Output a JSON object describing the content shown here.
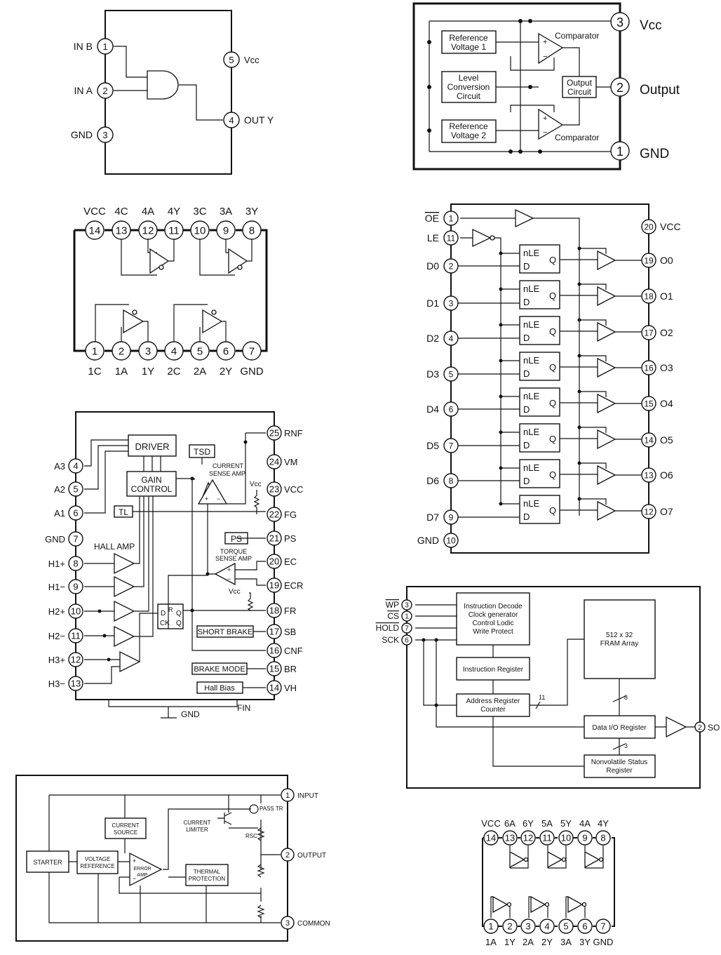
{
  "gate_and": {
    "pins": [
      {
        "num": "1",
        "label": "IN B"
      },
      {
        "num": "2",
        "label": "IN A"
      },
      {
        "num": "3",
        "label": "GND"
      },
      {
        "num": "4",
        "label": "OUT Y"
      },
      {
        "num": "5",
        "label": "Vcc"
      }
    ]
  },
  "window_comparator": {
    "blocks": {
      "ref1_a": "Reference",
      "ref1_b": "Voltage 1",
      "level_a": "Level",
      "level_b": "Conversion",
      "level_c": "Circuit",
      "ref2_a": "Reference",
      "ref2_b": "Voltage 2",
      "out_a": "Output",
      "out_b": "Circuit",
      "comp_top": "Comparator",
      "comp_bottom": "Comparator",
      "plus": "+",
      "minus": "−"
    },
    "pins": [
      {
        "num": "3",
        "label": "Vcc"
      },
      {
        "num": "2",
        "label": "Output"
      },
      {
        "num": "1",
        "label": "GND"
      }
    ]
  },
  "buffer_14pin": {
    "top_pins": [
      {
        "num": "14",
        "label": "VCC"
      },
      {
        "num": "13",
        "label": "4C"
      },
      {
        "num": "12",
        "label": "4A"
      },
      {
        "num": "11",
        "label": "4Y"
      },
      {
        "num": "10",
        "label": "3C"
      },
      {
        "num": "9",
        "label": "3A"
      },
      {
        "num": "8",
        "label": "3Y"
      }
    ],
    "bottom_pins": [
      {
        "num": "1",
        "label": "1C"
      },
      {
        "num": "2",
        "label": "1A"
      },
      {
        "num": "3",
        "label": "1Y"
      },
      {
        "num": "4",
        "label": "2C"
      },
      {
        "num": "5",
        "label": "2A"
      },
      {
        "num": "6",
        "label": "2Y"
      },
      {
        "num": "7",
        "label": "GND"
      }
    ]
  },
  "latch": {
    "left_pins": [
      {
        "num": "1",
        "label": "OE"
      },
      {
        "num": "11",
        "label": "LE"
      },
      {
        "num": "2",
        "label": "D0"
      },
      {
        "num": "3",
        "label": "D1"
      },
      {
        "num": "4",
        "label": "D2"
      },
      {
        "num": "5",
        "label": "D3"
      },
      {
        "num": "6",
        "label": "D4"
      },
      {
        "num": "7",
        "label": "D5"
      },
      {
        "num": "8",
        "label": "D6"
      },
      {
        "num": "9",
        "label": "D7"
      },
      {
        "num": "10",
        "label": "GND"
      }
    ],
    "right_pins": [
      {
        "num": "20",
        "label": "VCC"
      },
      {
        "num": "19",
        "label": "O0"
      },
      {
        "num": "18",
        "label": "O1"
      },
      {
        "num": "17",
        "label": "O2"
      },
      {
        "num": "16",
        "label": "O3"
      },
      {
        "num": "15",
        "label": "O4"
      },
      {
        "num": "14",
        "label": "O5"
      },
      {
        "num": "13",
        "label": "O6"
      },
      {
        "num": "12",
        "label": "O7"
      }
    ],
    "cell": {
      "le": "nLE",
      "d": "D",
      "q": "Q"
    }
  },
  "motor_driver": {
    "left_pins": [
      {
        "num": "4",
        "label": "A3"
      },
      {
        "num": "5",
        "label": "A2"
      },
      {
        "num": "6",
        "label": "A1"
      },
      {
        "num": "7",
        "label": "GND"
      },
      {
        "num": "8",
        "label": "H1+"
      },
      {
        "num": "9",
        "label": "H1−"
      },
      {
        "num": "10",
        "label": "H2+"
      },
      {
        "num": "11",
        "label": "H2−"
      },
      {
        "num": "12",
        "label": "H3+"
      },
      {
        "num": "13",
        "label": "H3−"
      }
    ],
    "right_pins": [
      {
        "num": "25",
        "label": "RNF"
      },
      {
        "num": "24",
        "label": "VM"
      },
      {
        "num": "23",
        "label": "VCC"
      },
      {
        "num": "22",
        "label": "FG"
      },
      {
        "num": "21",
        "label": "PS"
      },
      {
        "num": "20",
        "label": "EC"
      },
      {
        "num": "19",
        "label": "ECR"
      },
      {
        "num": "18",
        "label": "FR"
      },
      {
        "num": "17",
        "label": "SB"
      },
      {
        "num": "16",
        "label": "CNF"
      },
      {
        "num": "15",
        "label": "BR"
      },
      {
        "num": "14",
        "label": "VH"
      }
    ],
    "blocks": {
      "driver": "DRIVER",
      "gain_a": "GAIN",
      "gain_b": "CONTROL",
      "tsd": "TSD",
      "csa_a": "CURRENT",
      "csa_b": "SENSE AMP",
      "tl": "TL",
      "ps": "PS",
      "tsa_a": "TORQUE",
      "tsa_b": "SENSE AMP",
      "hall": "HALL AMP",
      "vcc1": "Vcc",
      "vcc2": "Vcc",
      "short_brake": "SHORT BRAKE",
      "brake_mode": "BRAKE MODE",
      "hall_bias": "Hall Bias",
      "gnd": "GND",
      "fin": "FIN",
      "ff_d": "D",
      "ff_r": "R",
      "ff_q": "Q",
      "ff_ck": "CK",
      "ff_qb": "Q"
    }
  },
  "fram": {
    "left_pins": [
      {
        "num": "3",
        "label": "WP"
      },
      {
        "num": "1",
        "label": "CS"
      },
      {
        "num": "7",
        "label": "HOLD"
      },
      {
        "num": "6",
        "label": "SCK"
      }
    ],
    "right_pin": {
      "num": "2",
      "label": "SO"
    },
    "blocks": {
      "decode_a": "Instruction Decode",
      "decode_b": "Clock generator",
      "decode_c": "Control Lodic",
      "decode_d": "Write Protect",
      "array_a": "512 x 32",
      "array_b": "FRAM Array",
      "instr_reg": "Instruction Register",
      "addr_a": "Address Register",
      "addr_b": "Counter",
      "dio": "Data I/O Register",
      "nv_a": "Nonvolatile Status",
      "nv_b": "Register",
      "bus11": "11",
      "bus8": "8",
      "bus3": "3"
    }
  },
  "regulator": {
    "pins": [
      {
        "num": "1",
        "label": "INPUT"
      },
      {
        "num": "2",
        "label": "OUTPUT"
      },
      {
        "num": "3",
        "label": "COMMON"
      }
    ],
    "blocks": {
      "starter": "STARTER",
      "vref_a": "VOLTAGE",
      "vref_b": "REFERENCE",
      "cs_a": "CURRENT",
      "cs_b": "SOURCE",
      "cl_a": "CURRENT",
      "cl_b": "LIMITER",
      "err_a": "ERROR",
      "err_b": "AMP",
      "th_a": "THERMAL",
      "th_b": "PROTECTION",
      "pass": "PASS TR",
      "rsc": "RSC",
      "plus": "+",
      "minus": "−"
    }
  },
  "inverter_14pin": {
    "top_pins": [
      {
        "num": "14",
        "label": "VCC"
      },
      {
        "num": "13",
        "label": "6A"
      },
      {
        "num": "12",
        "label": "6Y"
      },
      {
        "num": "11",
        "label": "5A"
      },
      {
        "num": "10",
        "label": "5Y"
      },
      {
        "num": "9",
        "label": "4A"
      },
      {
        "num": "8",
        "label": "4Y"
      }
    ],
    "bottom_pins": [
      {
        "num": "1",
        "label": "1A"
      },
      {
        "num": "2",
        "label": "1Y"
      },
      {
        "num": "3",
        "label": "2A"
      },
      {
        "num": "4",
        "label": "2Y"
      },
      {
        "num": "5",
        "label": "3A"
      },
      {
        "num": "6",
        "label": "3Y"
      },
      {
        "num": "7",
        "label": "GND"
      }
    ]
  }
}
